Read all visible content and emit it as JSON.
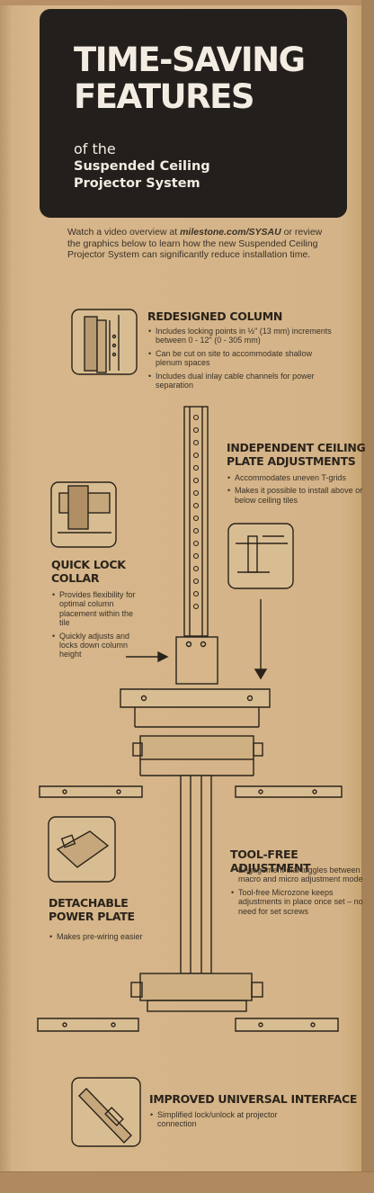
{
  "header": {
    "title_line1": "TIME-SAVING",
    "title_line2": "FEATURES",
    "of_the": "of the",
    "subtitle_line1": "Suspended Ceiling",
    "subtitle_line2": "Projector System"
  },
  "intro": {
    "before_link": "Watch a video overview at",
    "link": "milestone.com/SYSAU",
    "after_link": "or review the graphics below to learn how the new Suspended Ceiling Projector System can significantly reduce installation time."
  },
  "features": {
    "redesigned_column": {
      "title": "REDESIGNED COLUMN",
      "bullets": [
        "Includes locking points in ½\" (13 mm) increments between 0 - 12\" (0 - 305 mm)",
        "Can be cut on site to accommodate shallow plenum spaces",
        "Includes dual inlay cable channels for power separation"
      ]
    },
    "independent_ceiling": {
      "title_line1": "INDEPENDENT CEILING",
      "title_line2": "PLATE ADJUSTMENTS",
      "bullets": [
        "Accommodates uneven T-grids",
        "Makes it possible to install above or below ceiling tiles"
      ]
    },
    "quick_lock": {
      "title_line1": "QUICK LOCK",
      "title_line2": "COLLAR",
      "bullets": [
        "Provides flexibility for optimal column placement within the tile",
        "Quickly adjusts and locks down column height"
      ]
    },
    "tool_free": {
      "title": "TOOL-FREE ADJUSTMENT",
      "bullets": [
        "Engagement dial toggles between macro and micro adjustment mode",
        "Tool-free Microzone keeps adjustments in place once set – no need for set screws"
      ]
    },
    "detachable_power": {
      "title_line1": "DETACHABLE",
      "title_line2": "POWER PLATE",
      "bullets": [
        "Makes pre-wiring easier"
      ]
    },
    "universal_interface": {
      "title": "IMPROVED UNIVERSAL INTERFACE",
      "bullets": [
        "Simplified lock/unlock at projector connection"
      ]
    }
  },
  "colors": {
    "cardboard": "#d3b387",
    "panel": "#231f1c",
    "ink": "#2a231b"
  }
}
